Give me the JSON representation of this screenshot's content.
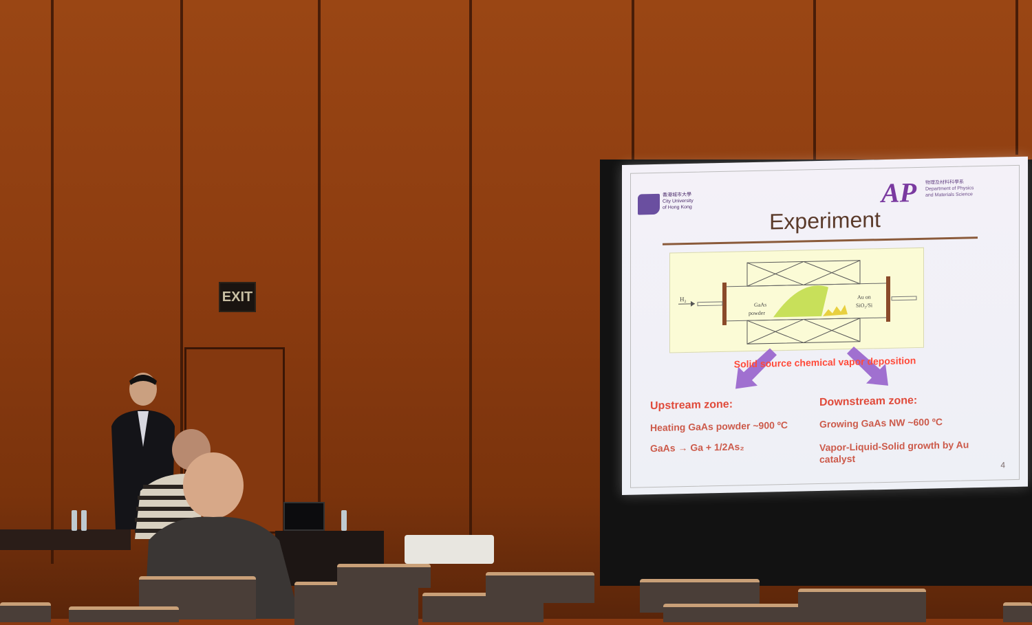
{
  "scene": {
    "exit_sign": "EXIT"
  },
  "slide": {
    "left_logo_text": [
      "香港城市大學",
      "City University",
      "of Hong Kong"
    ],
    "right_logo_text": [
      "物理及材料科學系",
      "Department of Physics",
      "and Materials Science"
    ],
    "title": "Experiment",
    "diagram": {
      "h2_label": "H₂",
      "source_label_1": "GaAs",
      "source_label_2": "powder",
      "substrate_label_1": "Au on",
      "substrate_label_2": "SiO₂/Si"
    },
    "caption": "Solid source chemical vapor deposition",
    "upstream": {
      "heading": "Upstream zone:",
      "line1": "Heating GaAs powder ~900 ºC",
      "line2": "GaAs → Ga + 1/2As₂"
    },
    "downstream": {
      "heading": "Downstream zone:",
      "line1": "Growing GaAs NW ~600 ºC",
      "line2": "Vapor-Liquid-Solid growth by Au",
      "line3": "catalyst"
    },
    "page_number": "4"
  },
  "colors": {
    "wall": "#8c3c10",
    "accent_red": "#e04a3a",
    "arrow_purple": "#a070d0"
  }
}
